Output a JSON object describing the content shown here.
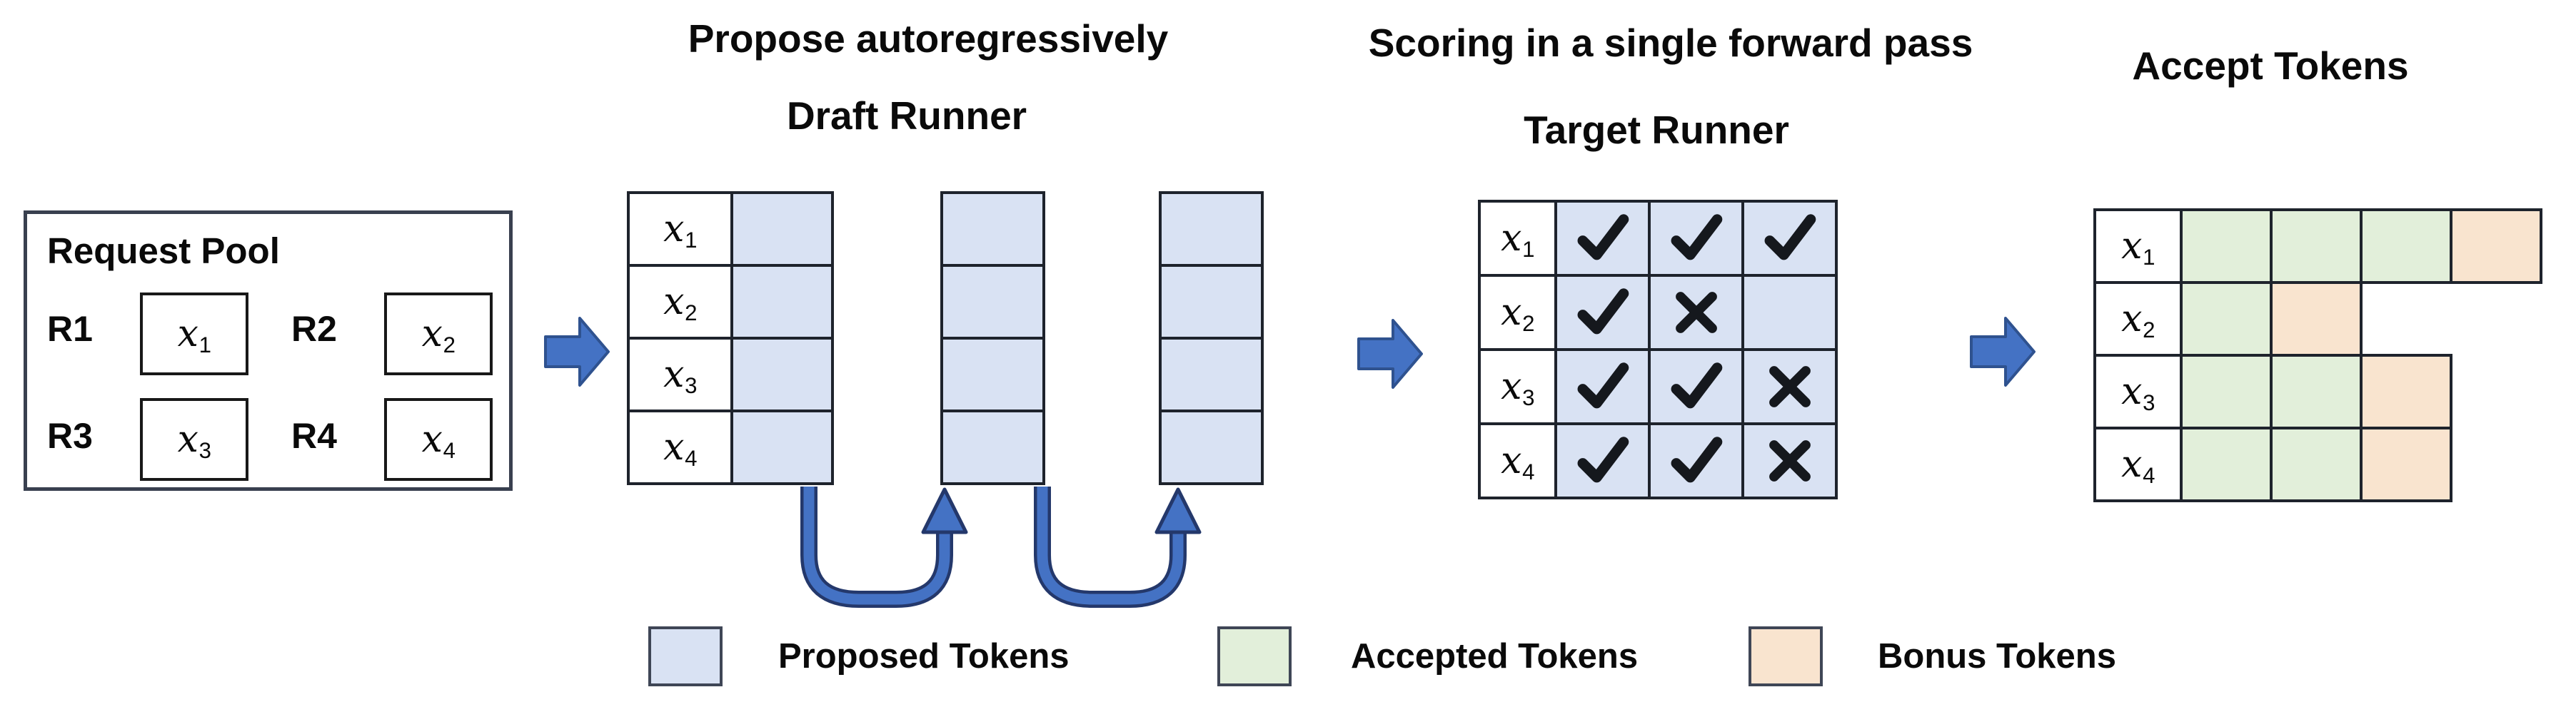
{
  "titles": {
    "draft_step": "Propose autoregressively",
    "draft_runner": "Draft Runner",
    "target_step": "Scoring in a single forward pass",
    "target_runner": "Target Runner",
    "accept": "Accept Tokens"
  },
  "request_pool": {
    "title": "Request Pool",
    "requests": [
      {
        "id": "R1",
        "token": {
          "base": "x",
          "sub": "1"
        }
      },
      {
        "id": "R2",
        "token": {
          "base": "x",
          "sub": "2"
        }
      },
      {
        "id": "R3",
        "token": {
          "base": "x",
          "sub": "3"
        }
      },
      {
        "id": "R4",
        "token": {
          "base": "x",
          "sub": "4"
        }
      }
    ]
  },
  "draft_runner": {
    "row_labels": [
      {
        "base": "x",
        "sub": "1"
      },
      {
        "base": "x",
        "sub": "2"
      },
      {
        "base": "x",
        "sub": "3"
      },
      {
        "base": "x",
        "sub": "4"
      }
    ],
    "proposed_columns": 3,
    "rows": 4
  },
  "target_runner": {
    "row_labels": [
      {
        "base": "x",
        "sub": "1"
      },
      {
        "base": "x",
        "sub": "2"
      },
      {
        "base": "x",
        "sub": "3"
      },
      {
        "base": "x",
        "sub": "4"
      }
    ],
    "grid": [
      [
        "check",
        "check",
        "check"
      ],
      [
        "check",
        "cross",
        "none"
      ],
      [
        "check",
        "check",
        "cross"
      ],
      [
        "check",
        "check",
        "cross"
      ]
    ]
  },
  "accept_tokens": {
    "row_labels": [
      {
        "base": "x",
        "sub": "1"
      },
      {
        "base": "x",
        "sub": "2"
      },
      {
        "base": "x",
        "sub": "3"
      },
      {
        "base": "x",
        "sub": "4"
      }
    ],
    "grid": [
      [
        "accepted",
        "accepted",
        "accepted",
        "bonus"
      ],
      [
        "accepted",
        "bonus",
        "none",
        "none"
      ],
      [
        "accepted",
        "accepted",
        "bonus",
        "none"
      ],
      [
        "accepted",
        "accepted",
        "bonus",
        "none"
      ]
    ]
  },
  "legend": [
    {
      "label": "Proposed Tokens",
      "type": "proposed"
    },
    {
      "label": "Accepted Tokens",
      "type": "accepted"
    },
    {
      "label": "Bonus Tokens",
      "type": "bonus"
    }
  ],
  "colors": {
    "proposed": "#d9e2f3",
    "accepted": "#e2efda",
    "bonus": "#f9e4cf",
    "arrow_fill": "#4472c4",
    "arrow_stroke": "#2f528f",
    "grid_border": "#1e232c"
  }
}
